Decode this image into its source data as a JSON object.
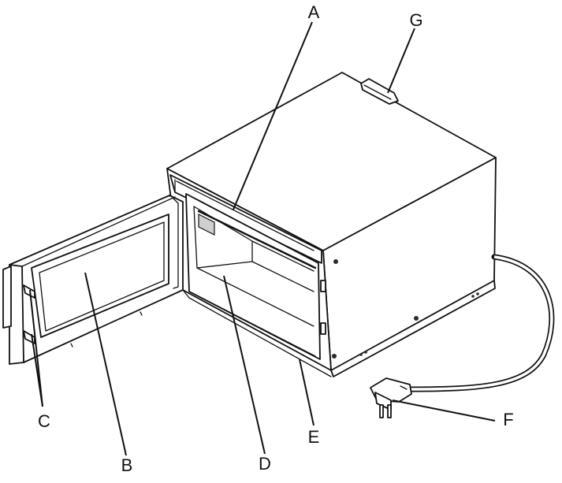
{
  "diagram": {
    "callouts": {
      "A": "A",
      "B": "B",
      "C": "C",
      "D": "D",
      "E": "E",
      "F": "F",
      "G": "G"
    }
  }
}
